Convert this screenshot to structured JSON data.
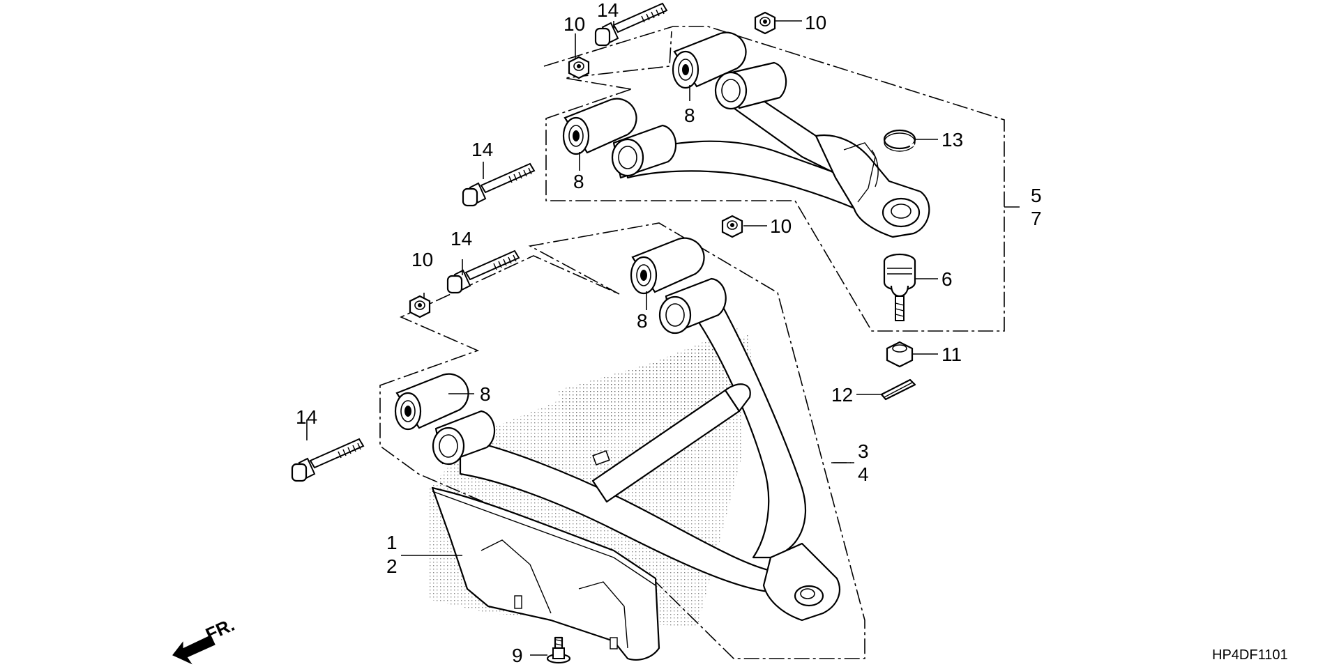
{
  "diagram": {
    "callouts": {
      "c1": "1",
      "c2": "2",
      "c3": "3",
      "c4": "4",
      "c5": "5",
      "c6": "6",
      "c7": "7",
      "c8a": "8",
      "c8b": "8",
      "c8c": "8",
      "c8d": "8",
      "c9": "9",
      "c10a": "10",
      "c10b": "10",
      "c10c": "10",
      "c10d": "10",
      "c11": "11",
      "c12": "12",
      "c13": "13",
      "c14a": "14",
      "c14b": "14",
      "c14c": "14",
      "c14d": "14"
    },
    "front_marker": "FR.",
    "code": "HP4DF1101"
  }
}
